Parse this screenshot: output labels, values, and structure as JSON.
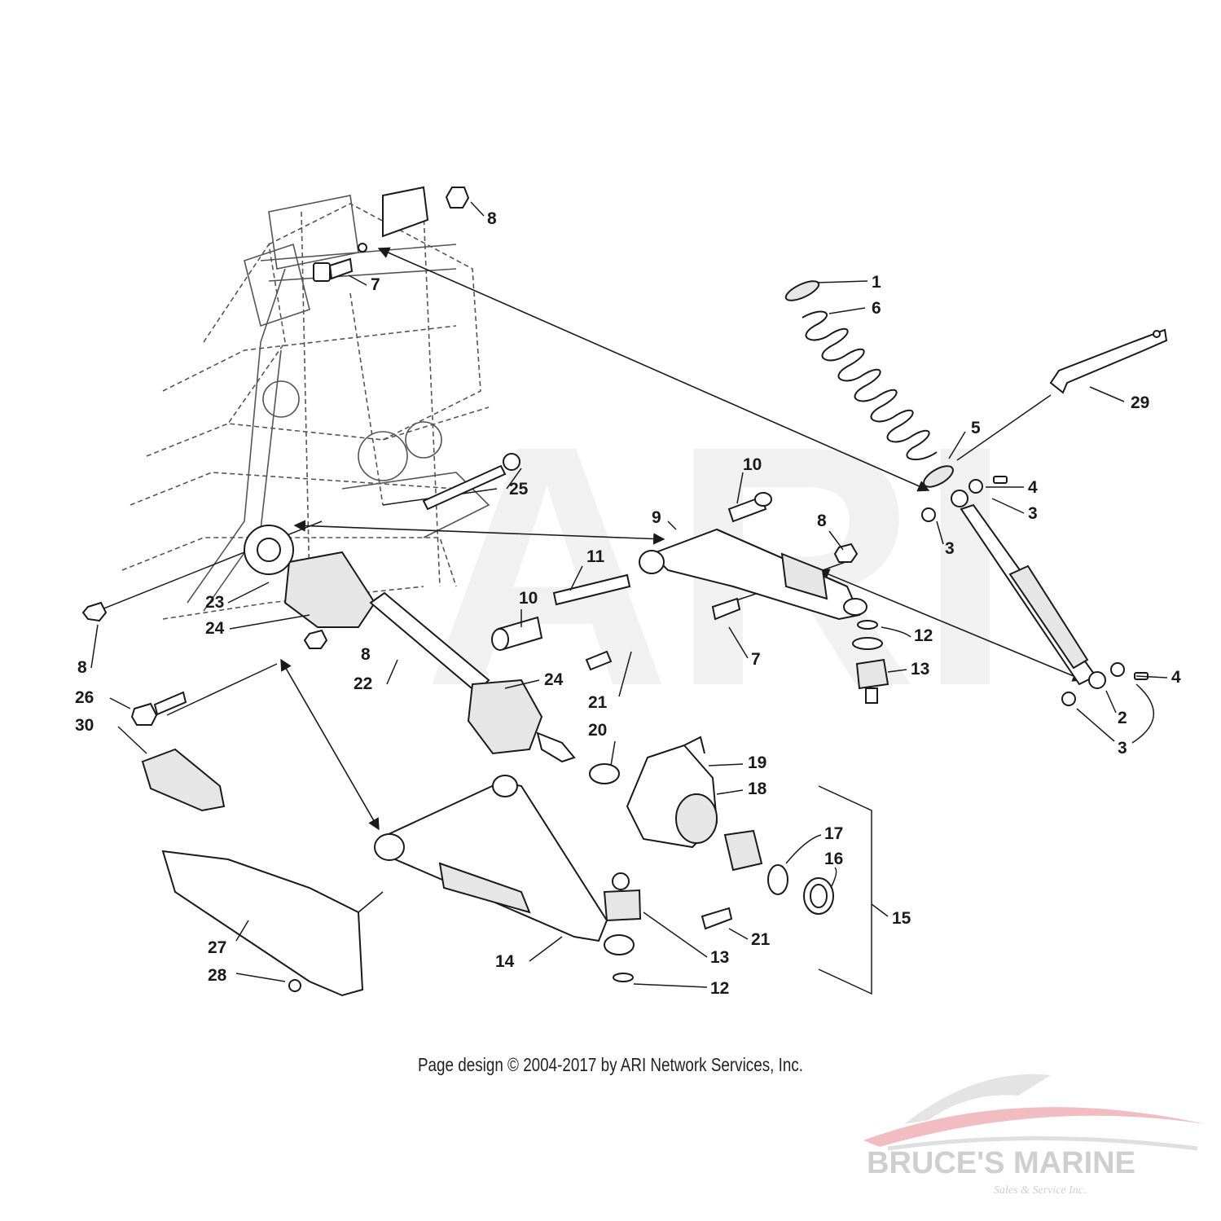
{
  "diagram": {
    "watermark": "ARI",
    "callouts": [
      "1",
      "2",
      "3",
      "3",
      "3",
      "4",
      "4",
      "5",
      "6",
      "7",
      "7",
      "8",
      "8",
      "8",
      "8",
      "9",
      "10",
      "10",
      "11",
      "12",
      "12",
      "13",
      "13",
      "14",
      "15",
      "16",
      "17",
      "18",
      "19",
      "20",
      "21",
      "21",
      "22",
      "23",
      "24",
      "24",
      "25",
      "26",
      "27",
      "28",
      "29",
      "30"
    ]
  },
  "footer": {
    "copyright": "Page design © 2004-2017 by ARI Network Services, Inc."
  },
  "logo": {
    "name": "BRUCE'S MARINE",
    "tagline": "Sales & Service Inc.",
    "colors": {
      "swoosh_red": "#d9434f",
      "swoosh_gray": "#c9c9c9",
      "text_gray": "#cfcfcf"
    }
  }
}
